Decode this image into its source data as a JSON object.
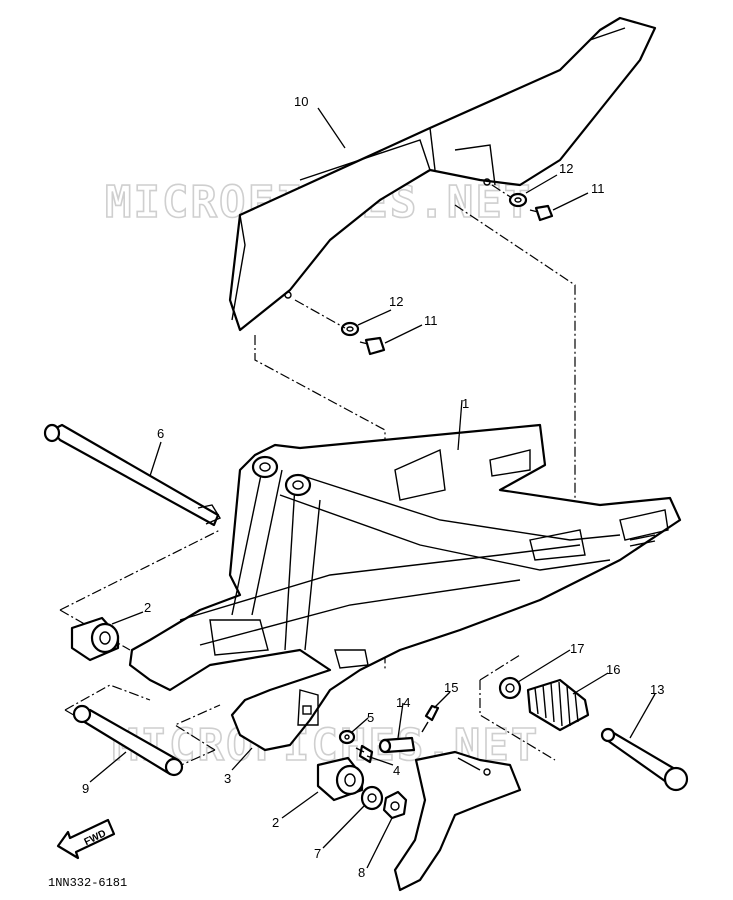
{
  "watermark": "MICROFICHES.NET",
  "diagram_code": "1NN332-6181",
  "fwd_label": "FWD",
  "callouts": [
    {
      "id": "c10",
      "text": "10"
    },
    {
      "id": "c12a",
      "text": "12"
    },
    {
      "id": "c11a",
      "text": "11"
    },
    {
      "id": "c12b",
      "text": "12"
    },
    {
      "id": "c11b",
      "text": "11"
    },
    {
      "id": "c1",
      "text": "1"
    },
    {
      "id": "c6",
      "text": "6"
    },
    {
      "id": "c2a",
      "text": "2"
    },
    {
      "id": "c9",
      "text": "9"
    },
    {
      "id": "c3",
      "text": "3"
    },
    {
      "id": "c2b",
      "text": "2"
    },
    {
      "id": "c7",
      "text": "7"
    },
    {
      "id": "c8",
      "text": "8"
    },
    {
      "id": "c5",
      "text": "5"
    },
    {
      "id": "c4",
      "text": "4"
    },
    {
      "id": "c14",
      "text": "14"
    },
    {
      "id": "c15",
      "text": "15"
    },
    {
      "id": "c17",
      "text": "17"
    },
    {
      "id": "c16",
      "text": "16"
    },
    {
      "id": "c13",
      "text": "13"
    }
  ]
}
